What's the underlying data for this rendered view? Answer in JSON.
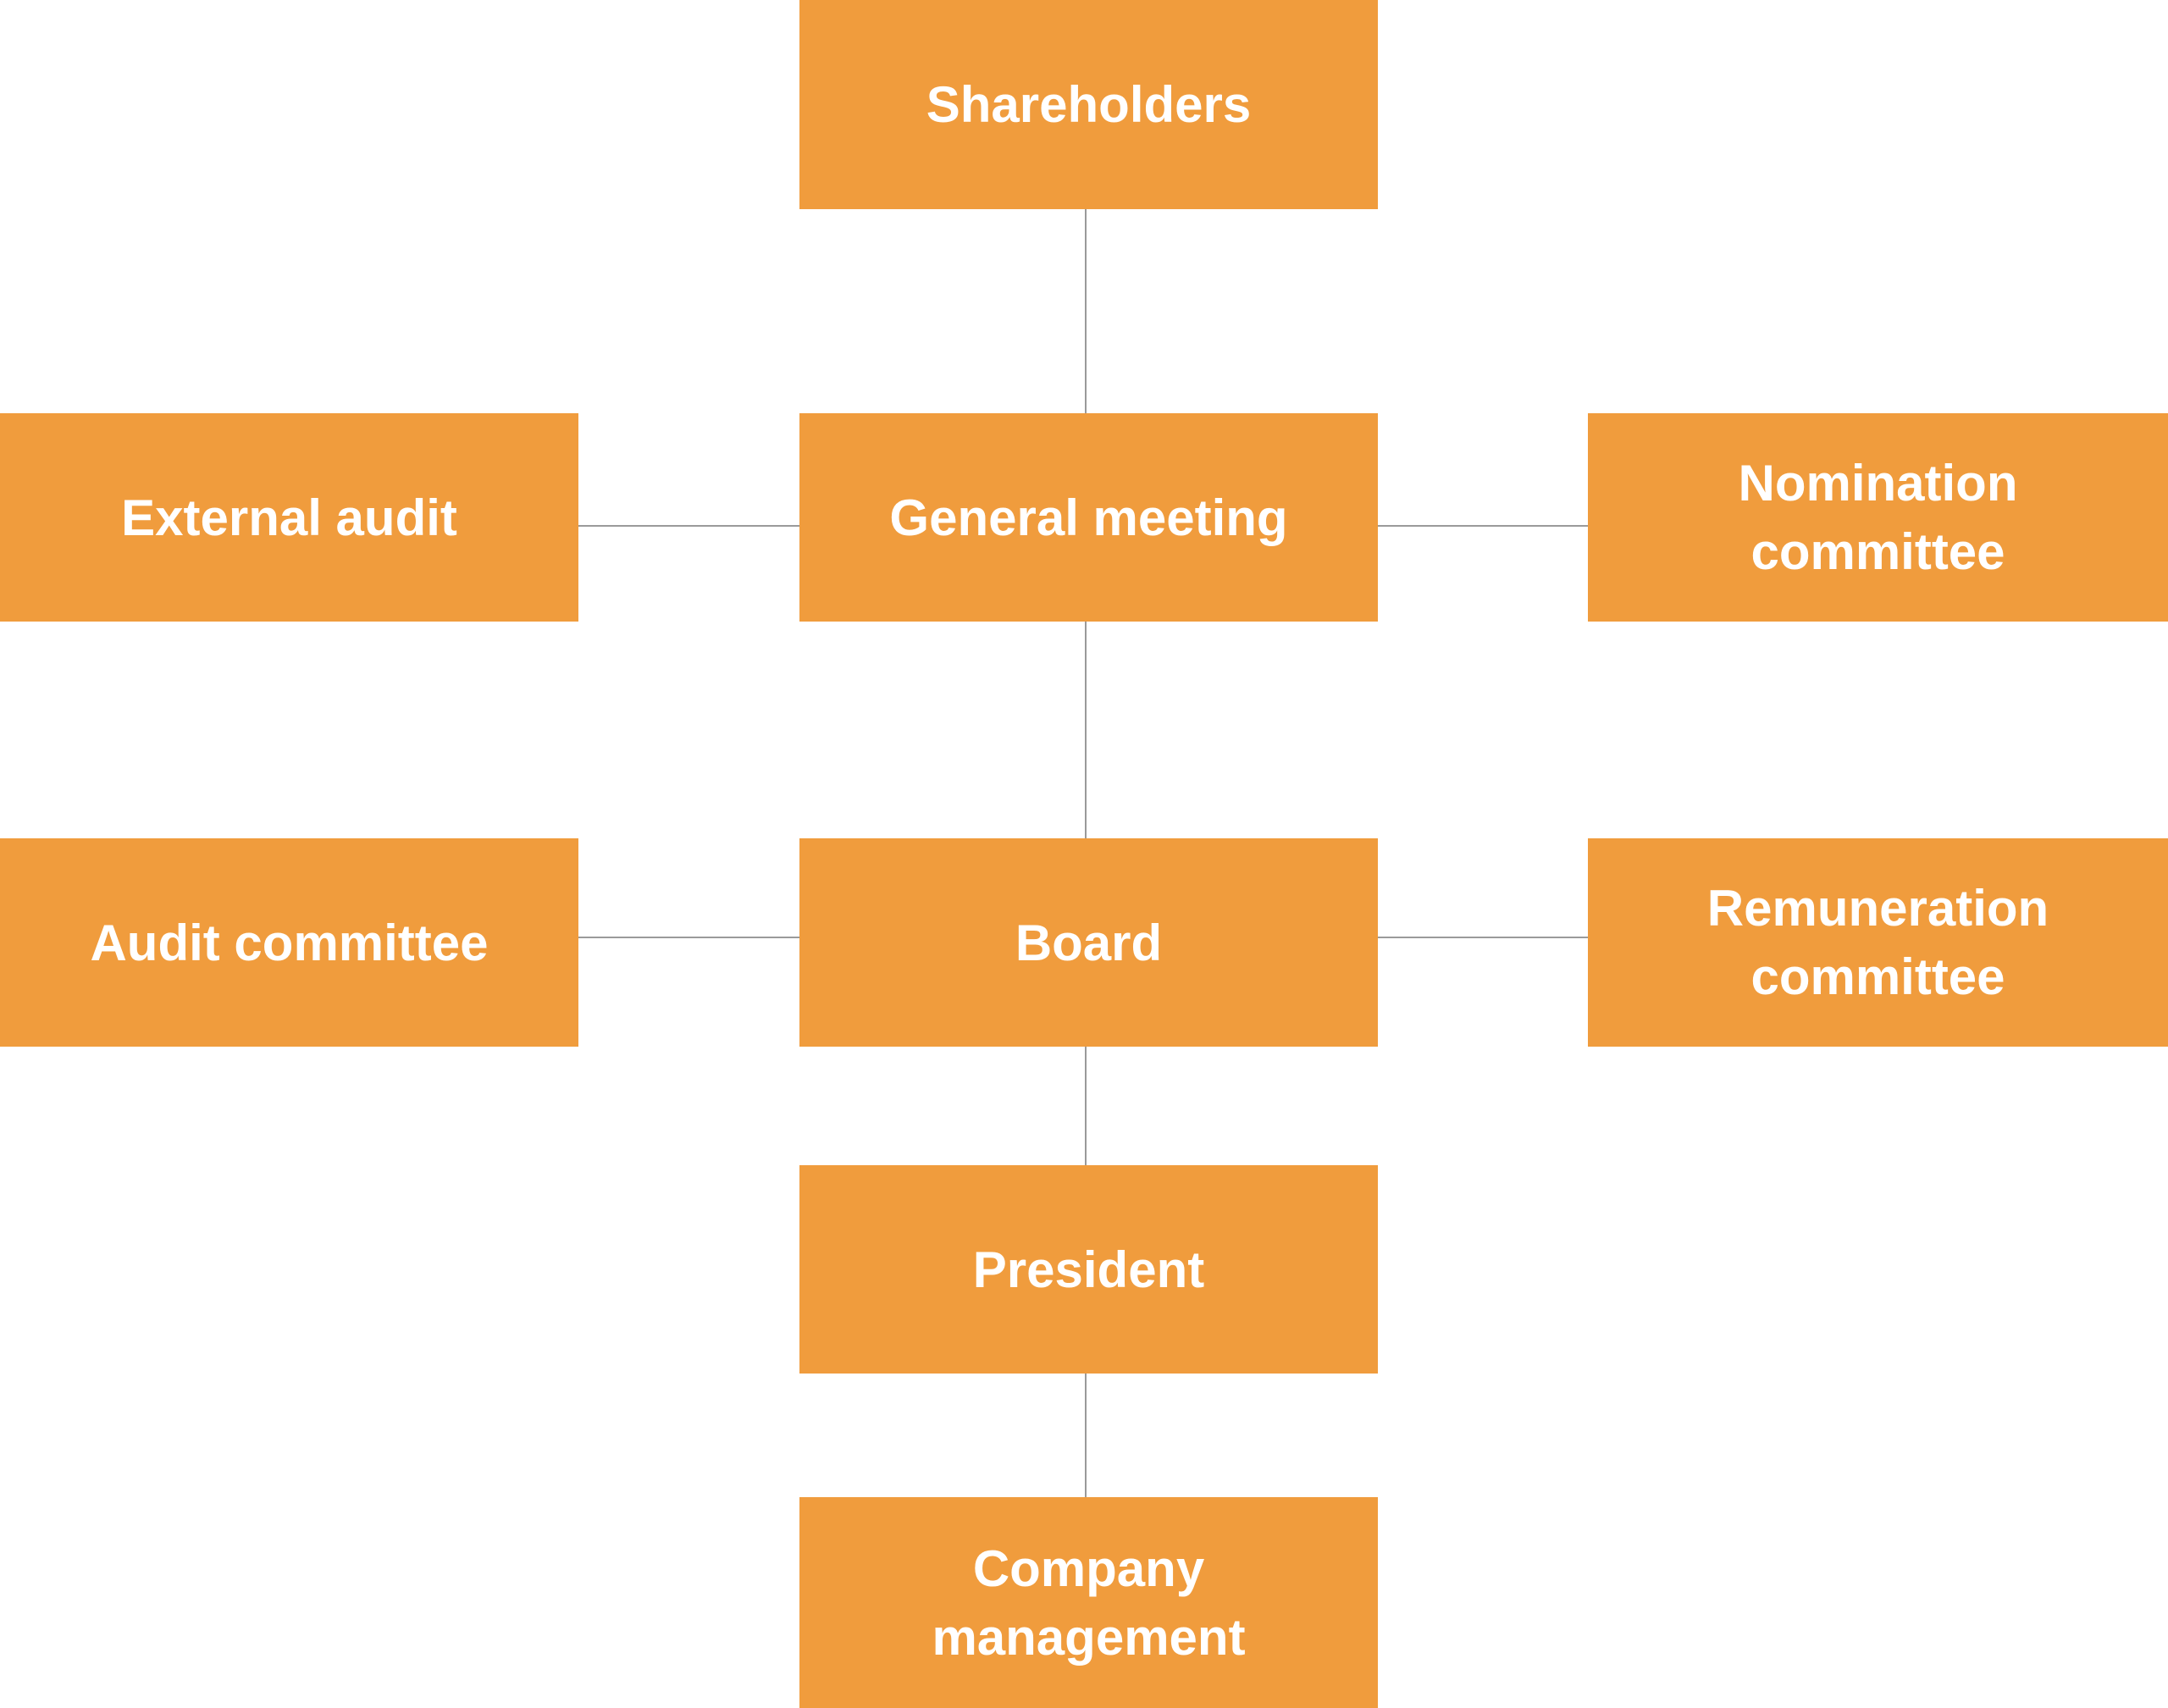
{
  "colors": {
    "box_fill": "#F09C3D",
    "box_text": "#FFFFFF",
    "connector": "#9A9A9A",
    "background": "#FFFFFF"
  },
  "nodes": {
    "shareholders": "Shareholders",
    "general_meeting": "General meeting",
    "external_audit": "External audit",
    "nomination_committee": "Nomination committee",
    "board": "Board",
    "audit_committee": "Audit committee",
    "remuneration_committee": "Remuneration committee",
    "president": "President",
    "company_management": "Company management"
  }
}
